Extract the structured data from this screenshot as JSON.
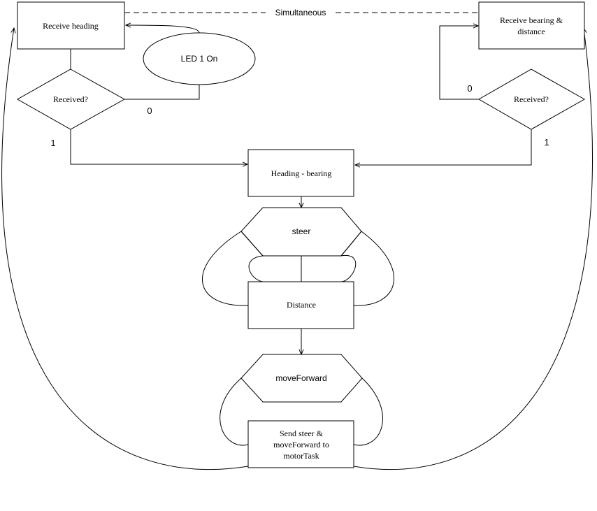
{
  "diagram": {
    "nodes": {
      "receive_heading": "Receive heading",
      "led_on": "LED 1 On",
      "received_left": "Received?",
      "receive_bearing_line1": "Receive bearing &",
      "receive_bearing_line2": "distance",
      "received_right": "Received?",
      "heading_bearing": "Heading - bearing",
      "steer": "steer",
      "distance": "Distance",
      "move_forward": "moveForward",
      "send_line1": "Send steer &",
      "send_line2": "moveForward to",
      "send_line3": "motorTask"
    },
    "edge_labels": {
      "simultaneous": "Simultaneous",
      "left_zero": "0",
      "left_one": "1",
      "right_zero": "0",
      "right_one": "1"
    },
    "colors": {
      "stroke": "#000000",
      "fill": "#ffffff"
    }
  }
}
